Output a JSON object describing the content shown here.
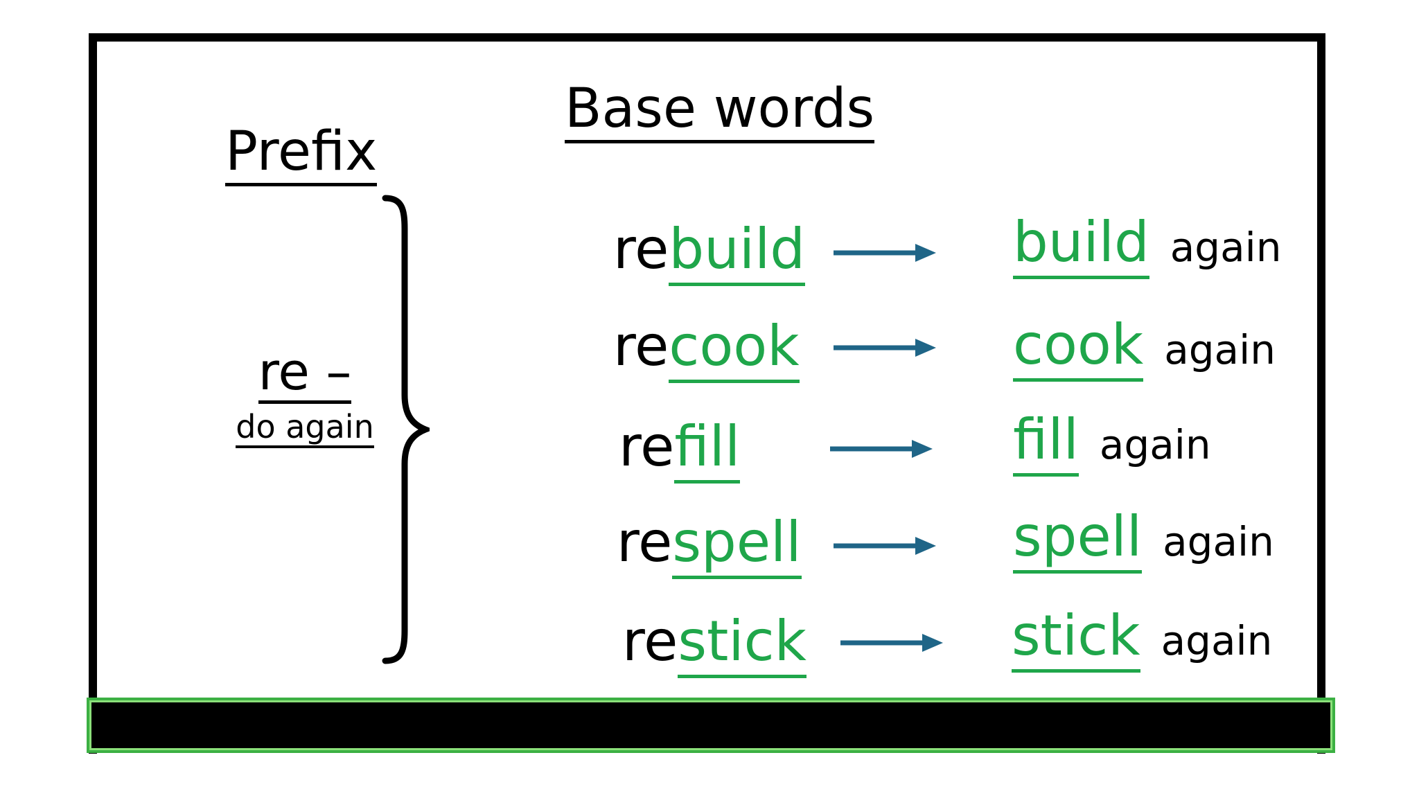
{
  "headings": {
    "prefix": "Prefix",
    "base_words": "Base words"
  },
  "prefix": {
    "label": "re –",
    "meaning": "do again"
  },
  "colors": {
    "base_word": "#1fa64a",
    "arrow": "#1f6587",
    "tray_border": "#3cb043"
  },
  "rows": [
    {
      "prefix": "re",
      "base": "build",
      "again": "again"
    },
    {
      "prefix": "re",
      "base": "cook",
      "again": "again"
    },
    {
      "prefix": "re",
      "base": "fill",
      "again": "again"
    },
    {
      "prefix": "re",
      "base": "spell",
      "again": "again"
    },
    {
      "prefix": "re",
      "base": "stick",
      "again": "again"
    }
  ],
  "icons": {
    "arrow": "right-arrow-icon",
    "brace": "curly-brace-icon"
  }
}
